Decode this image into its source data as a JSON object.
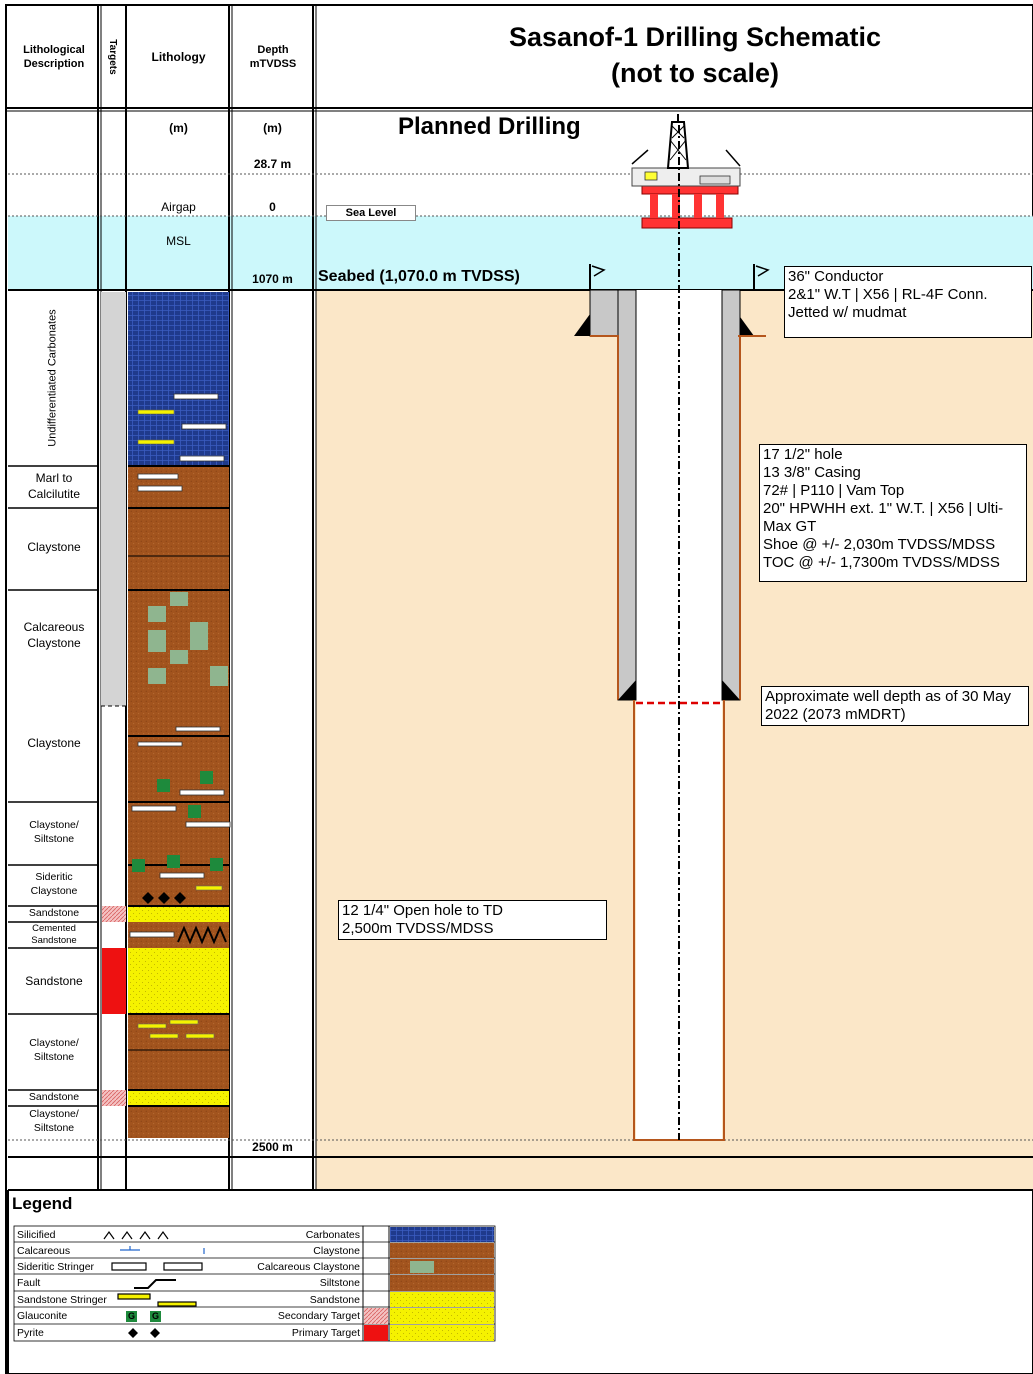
{
  "header": {
    "col_lith_desc": "Lithological Description",
    "col_targets": "Targets",
    "col_lithology": "Lithology",
    "col_depth": "Depth mTVDSS",
    "title_line1": "Sasanof-1 Drilling Schematic",
    "title_line2": "(not to scale)"
  },
  "upper": {
    "unit_m_1": "(m)",
    "unit_m_2": "(m)",
    "planned": "Planned Drilling",
    "airgap_depth": "28.7 m",
    "airgap": "Airgap",
    "zero": "0",
    "msl": "MSL",
    "seabed_depth": "1070 m",
    "sea_level": "Sea Level",
    "seabed": "Seabed (1,070.0 m TVDSS)"
  },
  "lithology_units": [
    "Undifferentiated Carbonates",
    "Marl to Calcilutite",
    "Claystone",
    "Calcareous Claystone",
    "Claystone",
    "Claystone/ Siltstone",
    "Sideritic Claystone",
    "Sandstone",
    "Cemented Sandstone",
    "Sandstone",
    "Claystone/ Siltstone",
    "Sandstone",
    "Claystone/ Siltstone"
  ],
  "td_depth": "2500 m",
  "annotations": {
    "conductor": [
      "36\" Conductor",
      "2&1\" W.T | X56 | RL-4F Conn.",
      "Jetted w/ mudmat"
    ],
    "casing": [
      "17 1/2\" hole",
      "13 3/8\" Casing",
      "72# | P110 | Vam Top",
      "20\" HPWHH ext. 1\" W.T. | X56 | Ulti-",
      "Max GT",
      "Shoe @ +/- 2,030m TVDSS/MDSS",
      "TOC @ +/- 1,7300m TVDSS/MDSS"
    ],
    "current_depth": [
      "Approximate well depth as of 30 May",
      "2022 (2073 mMDRT)"
    ],
    "open_hole": [
      "12 1/4\" Open hole to TD",
      "2,500m TVDSS/MDSS"
    ]
  },
  "legend": {
    "title": "Legend",
    "left": [
      "Silicified",
      "Calcareous",
      "Sideritic Stringer",
      "Fault",
      "Sandstone Stringer",
      "Glauconite",
      "Pyrite"
    ],
    "right": [
      "Carbonates",
      "Claystone",
      "Calcareous Claystone",
      "Siltstone",
      "Sandstone",
      "Secondary Target",
      "Primary Target"
    ],
    "glauconite_symbol": "G"
  },
  "colors": {
    "sea": "#ccf8fb",
    "seabed_fill": "#fbe7c8",
    "carbonate": "#1f3a8c",
    "claystone": "#a2541e",
    "sandstone": "#f5f200",
    "primary_target": "#ee1111",
    "secondary_target": "#f0a0a0",
    "casing": "#c8c8c8",
    "open_hole_line": "#b5561c",
    "current_depth_line": "#dd0000"
  }
}
